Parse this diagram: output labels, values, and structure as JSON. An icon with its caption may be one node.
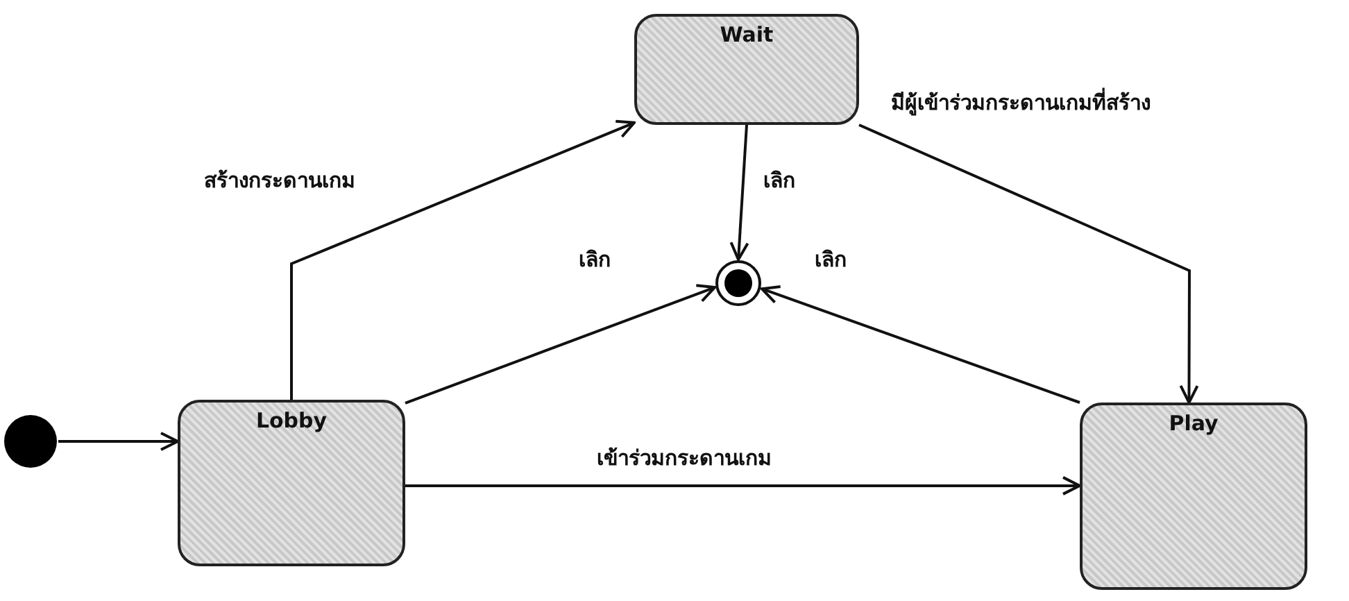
{
  "diagram": {
    "nodes": [
      {
        "text": [],
        "shape": "circle"
      },
      {
        "text": [
          "Lobby"
        ]
      },
      {
        "text": [
          "Wait"
        ]
      },
      {
        "text": [
          "Play"
        ]
      },
      {
        "text": [],
        "shape": "circle"
      }
    ],
    "edges": [
      {
        "from": 0,
        "to": 1,
        "arrow": "to"
      },
      {
        "from": 1,
        "to": 2,
        "arrow": "to",
        "label": "สร้างกระดานเกม"
      },
      {
        "from": 2,
        "to": 4,
        "arrow": "to",
        "label": "เลิก"
      },
      {
        "from": 1,
        "to": 4,
        "arrow": "to",
        "label": "เลิก"
      },
      {
        "from": 3,
        "to": 4,
        "arrow": "to",
        "label": "เลิก"
      },
      {
        "from": 2,
        "to": 3,
        "arrow": "to",
        "label": "มีผู้เข้าร่วมกระดานเกมที่สร้าง"
      },
      {
        "from": 1,
        "to": 3,
        "arrow": "to",
        "label": "เข้าร่วมกระดานเกม"
      }
    ]
  }
}
